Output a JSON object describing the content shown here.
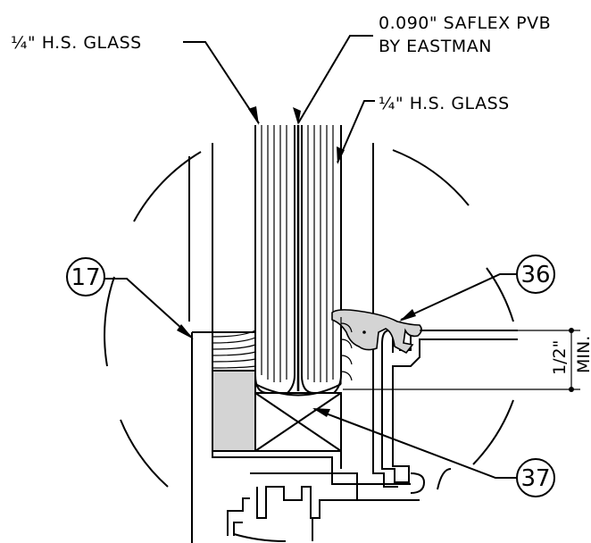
{
  "callouts": {
    "glass_outer": "¼\" H.S. GLASS",
    "interlayer_line1": "0.090\" SAFLEX PVB",
    "interlayer_line2": "BY EASTMAN",
    "glass_inner": "¼\" H.S. GLASS"
  },
  "balloons": {
    "b17": "17",
    "b36": "36",
    "b37": "37"
  },
  "dimension": {
    "value": "1/2\"",
    "note": "MIN."
  },
  "colors": {
    "line": "#000000",
    "fill_gray": "#d4d4d4",
    "background": "#ffffff"
  }
}
